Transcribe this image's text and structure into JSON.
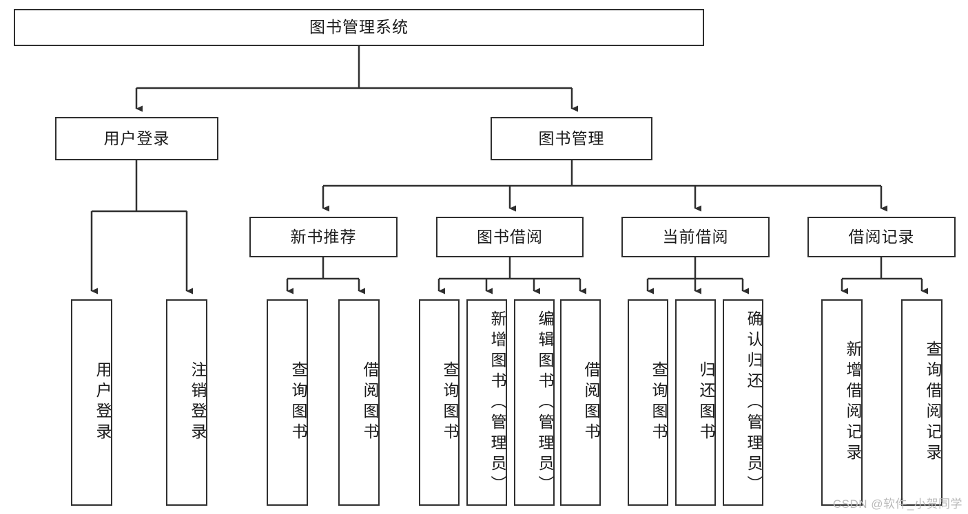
{
  "diagram": {
    "title": "图书管理系统",
    "type": "tree",
    "watermark": "CSDN @软件_小贺同学",
    "colors": {
      "stroke": "#2f2f2f",
      "fill": "#ffffff",
      "text": "#1a1a1a",
      "watermark": "#b9b9b9"
    },
    "levels": {
      "root": "图书管理系统",
      "level2": [
        "用户登录",
        "图书管理"
      ],
      "level3": [
        "新书推荐",
        "图书借阅",
        "当前借阅",
        "借阅记录"
      ],
      "leaves": [
        "用户登录",
        "注销登录",
        "查询图书",
        "借阅图书",
        "查询图书",
        "新增图书（管理员）",
        "编辑图书（管理员）",
        "借阅图书",
        "查询图书",
        "归还图书",
        "确认归还（管理员）",
        "新增借阅记录",
        "查询借阅记录"
      ]
    },
    "nodes": {
      "root": {
        "label": "图书管理系统"
      },
      "user_login": {
        "label": "用户登录"
      },
      "book_manage": {
        "label": "图书管理"
      },
      "new_book_rec": {
        "label": "新书推荐"
      },
      "book_borrow": {
        "label": "图书借阅"
      },
      "current_borrow": {
        "label": "当前借阅"
      },
      "borrow_record": {
        "label": "借阅记录"
      },
      "leaf_user_login": {
        "label": "用户登录"
      },
      "leaf_logout": {
        "label": "注销登录"
      },
      "leaf_query_book_1": {
        "label": "查询图书"
      },
      "leaf_borrow_book_1": {
        "label": "借阅图书"
      },
      "leaf_query_book_2": {
        "label": "查询图书"
      },
      "leaf_add_book": {
        "label": "新增图书（管理员）"
      },
      "leaf_edit_book": {
        "label": "编辑图书（管理员）"
      },
      "leaf_borrow_book_2": {
        "label": "借阅图书"
      },
      "leaf_query_book_3": {
        "label": "查询图书"
      },
      "leaf_return_book": {
        "label": "归还图书"
      },
      "leaf_confirm_return": {
        "label": "确认归还（管理员）"
      },
      "leaf_add_record": {
        "label": "新增借阅记录"
      },
      "leaf_query_record": {
        "label": "查询借阅记录"
      }
    }
  }
}
